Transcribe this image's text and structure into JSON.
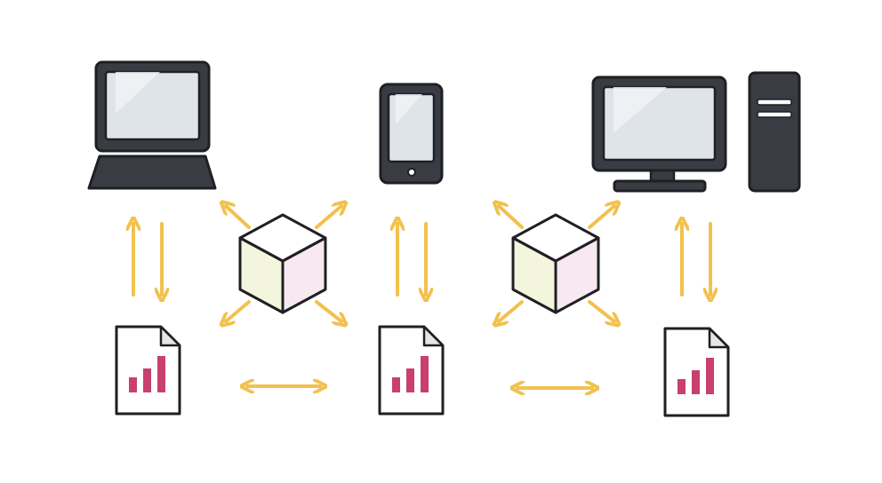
{
  "colors": {
    "background": "#ffffff",
    "outline": "#1f1f24",
    "device_body": "#3a3c44",
    "screen": "#dfe4ea",
    "screen_highlight": "#f1f3f6",
    "arrow": "#f2c14e",
    "chart_bars": "#c93f6e",
    "doc_fill": "#ffffff",
    "doc_fold": "#e6e6e6",
    "cube_top": "#ffffff",
    "cube_left": "#f3f5dc",
    "cube_right": "#f8e8ef"
  },
  "devices": [
    {
      "name": "laptop",
      "icon": "laptop-icon"
    },
    {
      "name": "phone",
      "icon": "smartphone-icon"
    },
    {
      "name": "desktop",
      "icon": "desktop-computer-icon"
    }
  ],
  "documents": [
    {
      "name": "report-1",
      "icon": "chart-document-icon"
    },
    {
      "name": "report-2",
      "icon": "chart-document-icon"
    },
    {
      "name": "report-3",
      "icon": "chart-document-icon"
    }
  ],
  "hubs": [
    {
      "name": "cube-hub-1",
      "icon": "cube-icon"
    },
    {
      "name": "cube-hub-2",
      "icon": "cube-icon"
    }
  ]
}
